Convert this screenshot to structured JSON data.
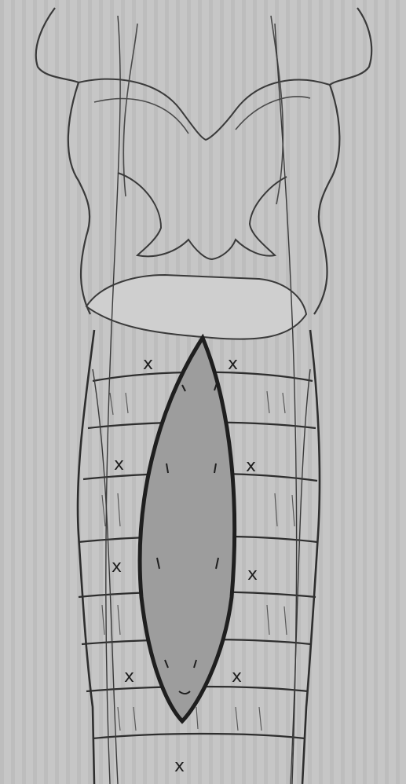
{
  "figure": {
    "description_visible_text": "",
    "colors": {
      "background": "#c6c6c6",
      "background_stripe": "#bdbdbd",
      "paper_light": "#d2d2d2",
      "ink": "#3a3a3a",
      "ink_dark": "#1f1f1f",
      "incision_fill": "#9d9d9d"
    }
  },
  "stitches": {
    "left_marks": [
      "x",
      "x",
      "x",
      "x"
    ],
    "right_marks": [
      "x",
      "x",
      "x",
      "x"
    ],
    "bottom_mark": "x"
  }
}
